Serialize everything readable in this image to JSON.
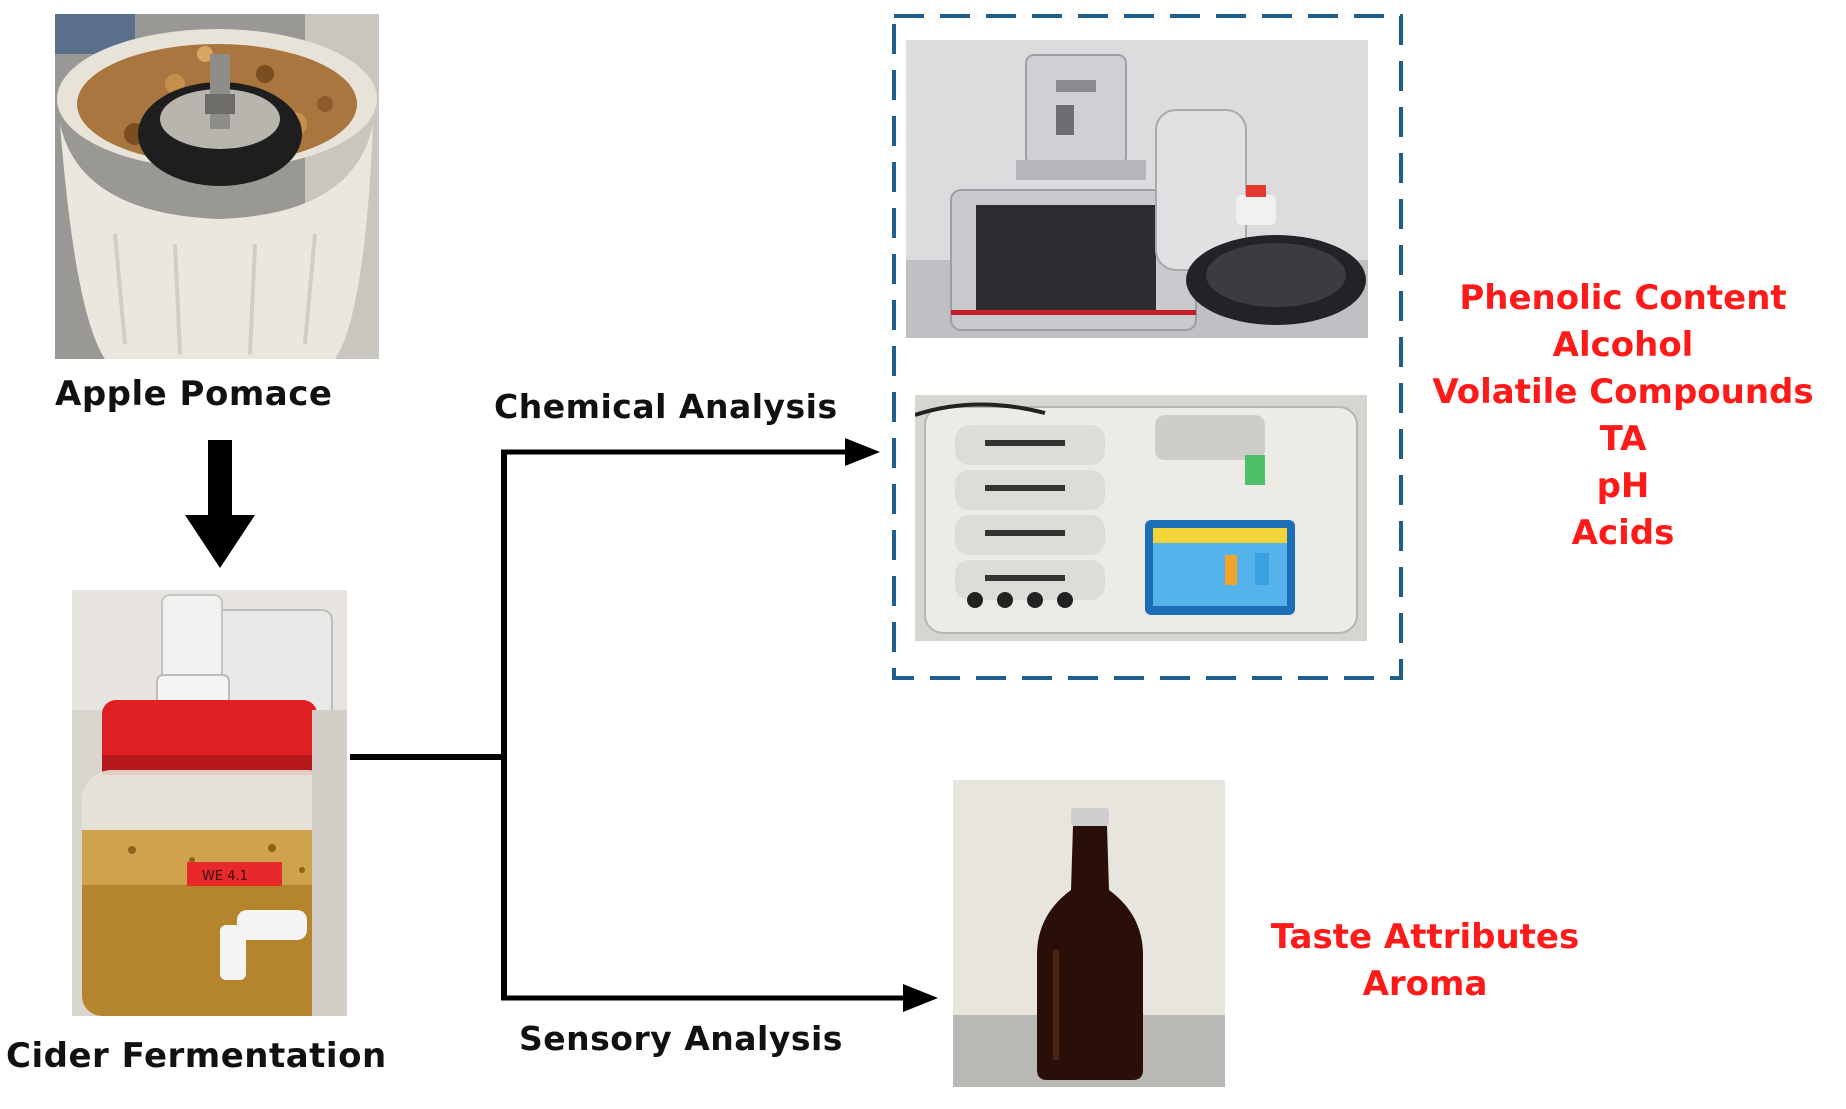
{
  "source": {
    "label": "Apple Pomace"
  },
  "fermentation": {
    "label": "Cider Fermentation",
    "tag_text": "WE 4.1"
  },
  "branches": {
    "chemical": {
      "label": "Chemical Analysis"
    },
    "sensory": {
      "label": "Sensory Analysis"
    }
  },
  "chemical_results": [
    "Phenolic Content",
    "Alcohol",
    "Volatile Compounds",
    "TA",
    "pH",
    "Acids"
  ],
  "sensory_results": [
    "Taste Attributes",
    "Aroma"
  ],
  "colors": {
    "result_text": "#ff1a1a",
    "dashed_box": "#1f5f8b",
    "arrows": "#000000"
  }
}
